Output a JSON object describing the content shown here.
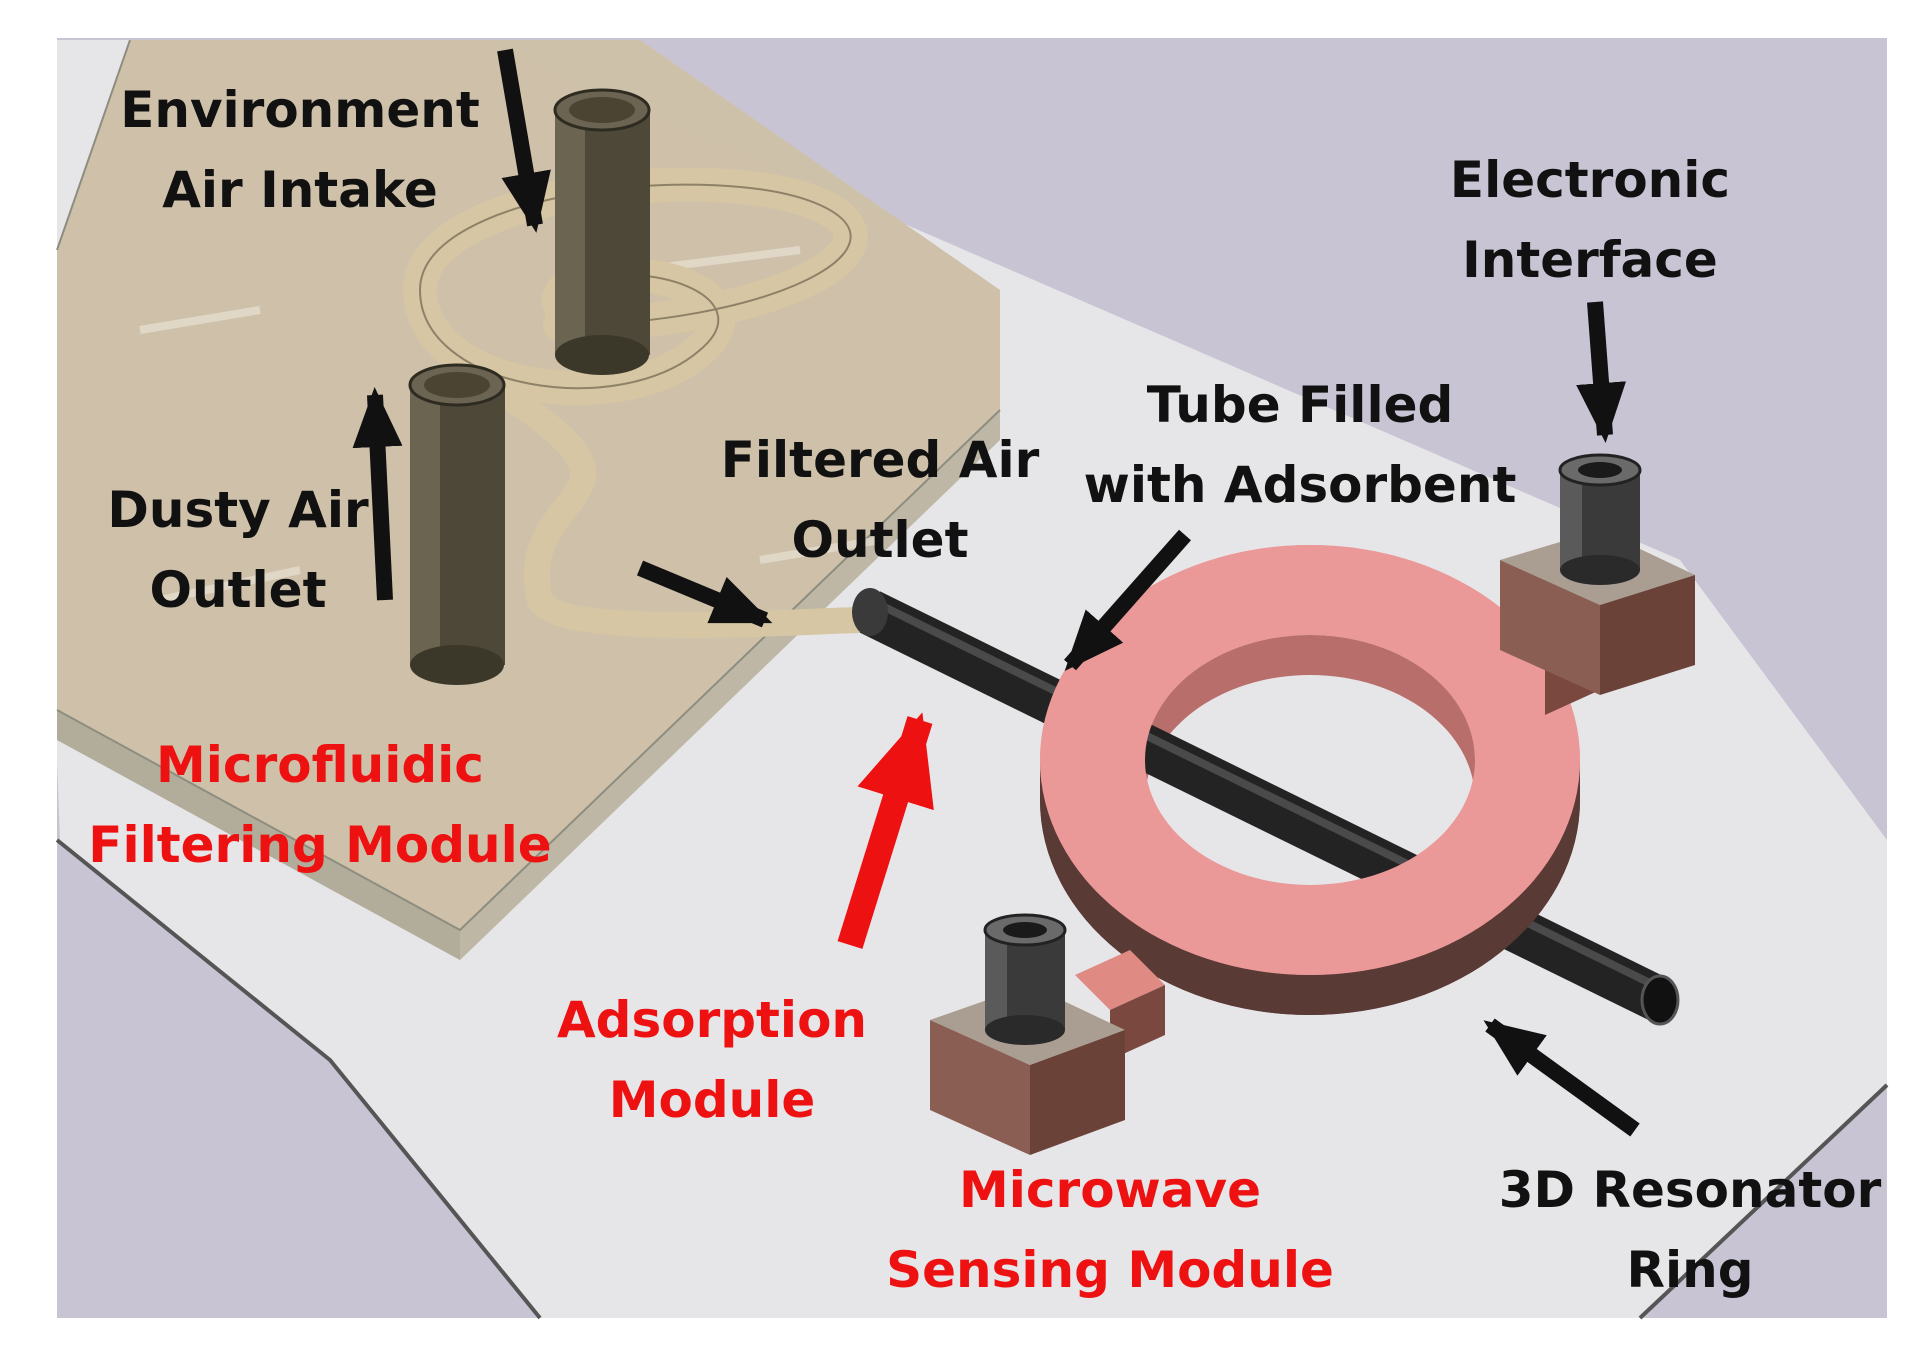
{
  "labels": {
    "environment_air_intake": [
      "Environment",
      "Air Intake"
    ],
    "dusty_air_outlet": [
      "Dusty Air",
      "Outlet"
    ],
    "filtered_air_outlet": [
      "Filtered Air",
      "Outlet"
    ],
    "tube_filled_with_adsorbent": [
      "Tube Filled",
      "with Adsorbent"
    ],
    "electronic_interface": [
      "Electronic",
      "Interface"
    ],
    "microfluidic_filtering_module": [
      "Microfluidic",
      "Filtering Module"
    ],
    "adsorption_module": [
      "Adsorption",
      "Module"
    ],
    "microwave_sensing_module": [
      "Microwave",
      "Sensing Module"
    ],
    "resonator_ring": [
      "3D Resonator",
      "Ring"
    ]
  },
  "colors": {
    "background": "#c8c4d4",
    "baseboard": "#e8e8ea",
    "glass_block": "#cfc3ad",
    "channel": "#d8c9ab",
    "tube": "#232323",
    "port_tube": "#4d4838",
    "ring_top": "#eb9898",
    "ring_side": "#5a3a35",
    "connector_base": "#aa9e92",
    "connector_side": "#6b4238",
    "label_black": "#111111",
    "label_red": "#ee1111"
  }
}
